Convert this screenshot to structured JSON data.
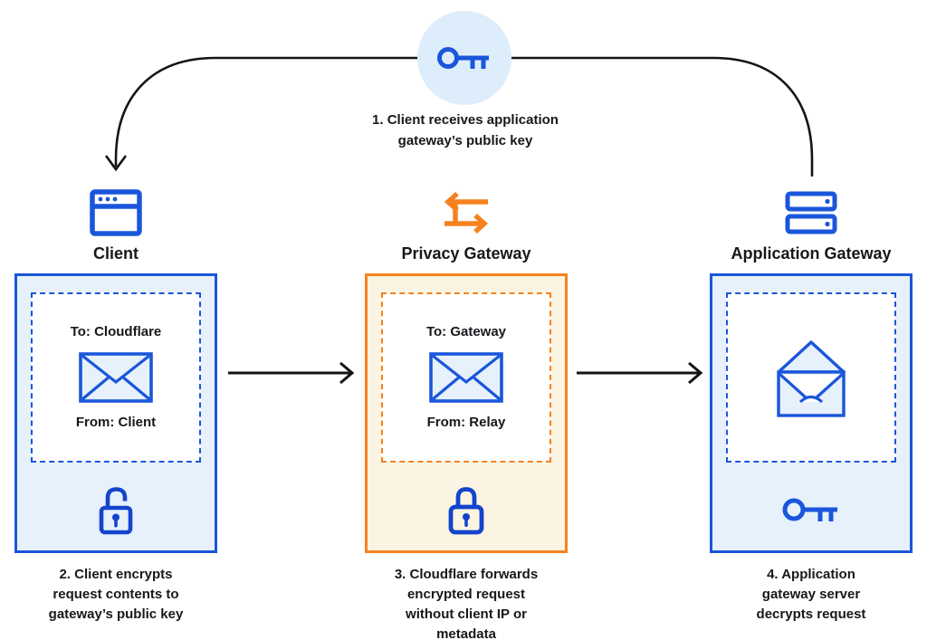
{
  "palette": {
    "blue": "#1a56db",
    "dark_lock_blue": "#1444cc",
    "light_blue_fill": "#e7f1fb",
    "bubble_blue": "#ddedfb",
    "orange": "#f6821f",
    "cream_fill": "#fcf4e2",
    "line_black": "#141414",
    "text": "#17181c"
  },
  "step1": {
    "caption": [
      "1. Client receives application",
      "gateway’s public key"
    ],
    "icon": "key-icon"
  },
  "nodes": {
    "client": {
      "title": "Client",
      "header_icon": "browser-icon",
      "message_to": "To: Cloudflare",
      "message_from": "From: Client",
      "envelope": "closed",
      "lock_state": "open",
      "caption": [
        "2. Client encrypts",
        "request contents to",
        "gateway’s public key"
      ]
    },
    "privacy_gateway": {
      "title": "Privacy Gateway",
      "header_icon": "swap-arrows-icon",
      "message_to": "To: Gateway",
      "message_from": "From: Relay",
      "envelope": "closed",
      "lock_state": "closed",
      "caption": [
        "3. Cloudflare forwards",
        "encrypted request",
        "without client IP or",
        "metadata"
      ]
    },
    "application_gateway": {
      "title": "Application Gateway",
      "header_icon": "server-icon",
      "envelope": "open",
      "bottom_icon": "key-icon",
      "caption": [
        "4. Application",
        "gateway server",
        "decrypts request"
      ]
    }
  }
}
